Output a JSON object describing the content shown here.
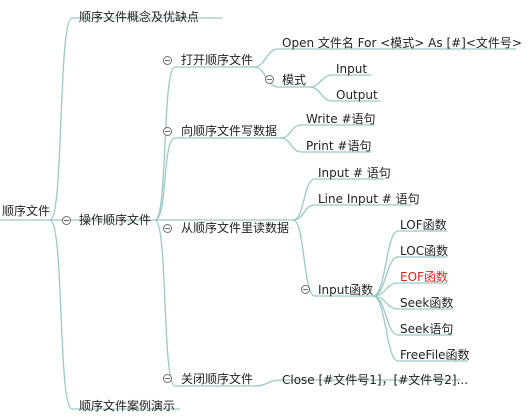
{
  "colors": {
    "branch": "#9cc8c4",
    "text": "#1f1f1f",
    "highlight": "#e0241b"
  },
  "mindmap": {
    "root": "顺序文件",
    "topics": [
      {
        "label": "顺序文件概念及优缺点"
      },
      {
        "label": "操作顺序文件",
        "subtopics": [
          {
            "label": "打开顺序文件",
            "children": [
              {
                "label": "Open 文件名 For <模式> As [#]<文件号>"
              },
              {
                "label": "模式",
                "children": [
                  {
                    "label": "Input"
                  },
                  {
                    "label": "Output"
                  }
                ]
              }
            ]
          },
          {
            "label": "向顺序文件写数据",
            "children": [
              {
                "label": "Write #语句"
              },
              {
                "label": "Print #语句"
              }
            ]
          },
          {
            "label": "从顺序文件里读数据",
            "children": [
              {
                "label": "Input # 语句"
              },
              {
                "label": "Line Input # 语句"
              },
              {
                "label": "Input函数",
                "children": [
                  {
                    "label": "LOF函数"
                  },
                  {
                    "label": "LOC函数"
                  },
                  {
                    "label": "EOF函数",
                    "highlight": true
                  },
                  {
                    "label": "Seek函数"
                  },
                  {
                    "label": "Seek语句"
                  },
                  {
                    "label": "FreeFile函数"
                  }
                ]
              }
            ]
          },
          {
            "label": "关闭顺序文件",
            "children": [
              {
                "label": "Close [#文件号1]，[#文件号2]..."
              }
            ]
          }
        ]
      },
      {
        "label": "顺序文件案例演示"
      }
    ]
  }
}
